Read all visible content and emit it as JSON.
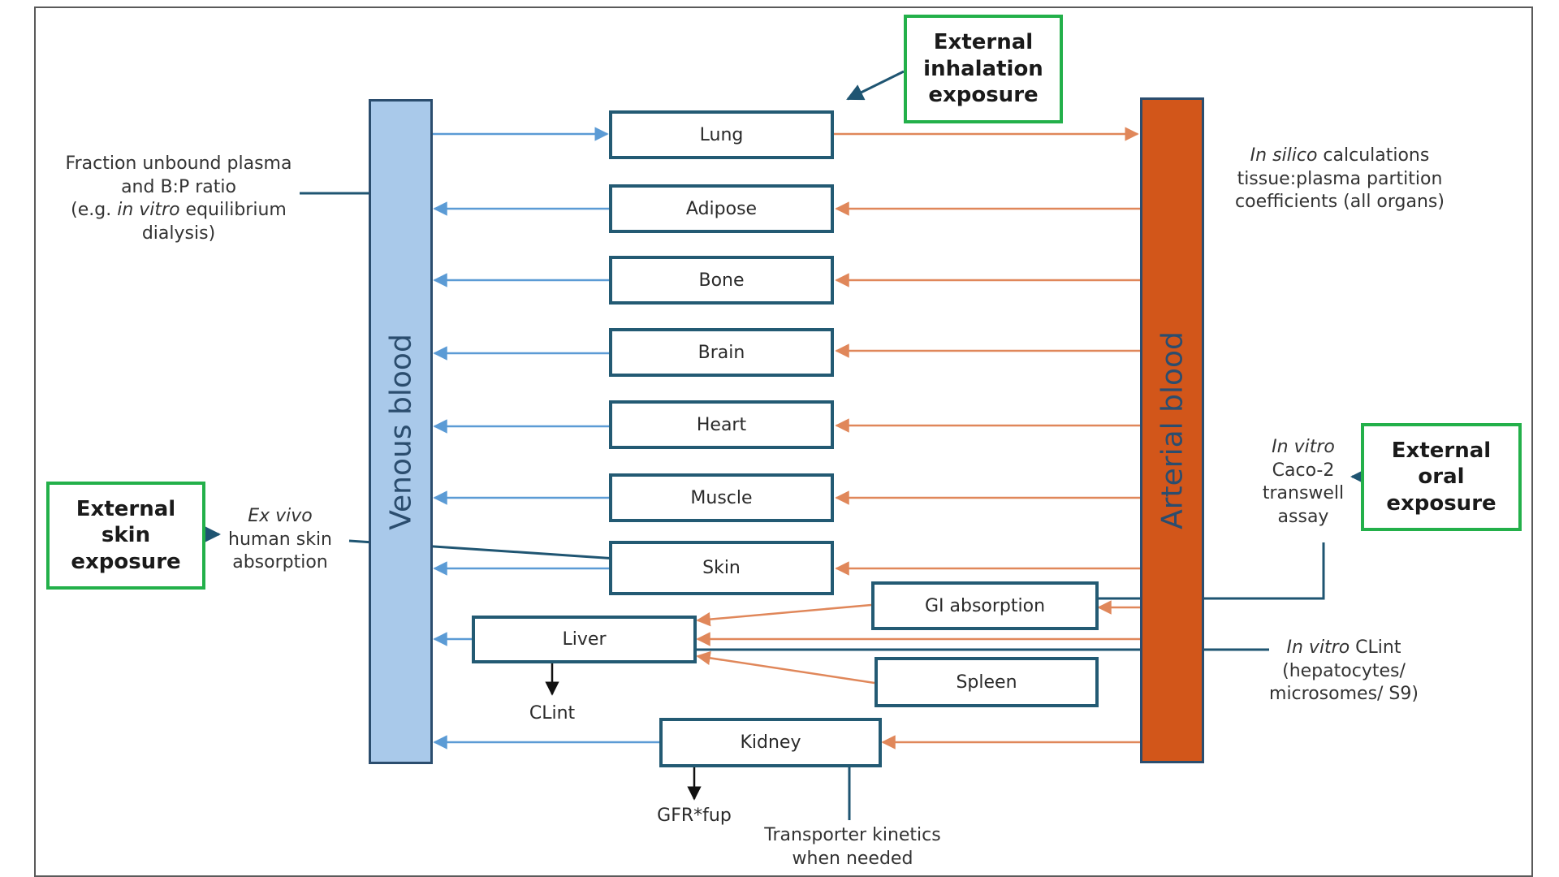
{
  "vessels": {
    "venous": "Venous blood",
    "arterial": "Arterial blood"
  },
  "organs": {
    "lung": "Lung",
    "adipose": "Adipose",
    "bone": "Bone",
    "brain": "Brain",
    "heart": "Heart",
    "muscle": "Muscle",
    "skin": "Skin",
    "gi": "GI absorption",
    "liver": "Liver",
    "spleen": "Spleen",
    "kidney": "Kidney"
  },
  "exposures": {
    "inhalation": "External inhalation exposure",
    "skin": "External skin exposure",
    "oral": "External oral exposure"
  },
  "notes": {
    "fraction_unbound": {
      "line1": "Fraction unbound plasma",
      "line2": "and B:P ratio",
      "line3_pre": "(e.g. ",
      "line3_italic": "in vitro",
      "line3_post": " equilibrium",
      "line4": "dialysis)"
    },
    "in_silico": {
      "italic": "In silico",
      "line1_post": " calculations",
      "line2": "tissue:plasma partition",
      "line3": "coefficients (all organs)"
    },
    "caco2": {
      "italic": "In vitro",
      "line2": "Caco-2",
      "line3": "transwell",
      "line4": "assay"
    },
    "ex_vivo": {
      "italic": "Ex vivo",
      "line2": "human skin",
      "line3": "absorption"
    },
    "clint_in_vitro": {
      "italic": "In vitro",
      "line1_post": " CLint",
      "line2": "(hepatocytes/",
      "line3": "microsomes/ S9)"
    },
    "transporter": {
      "line1": "Transporter kinetics",
      "line2": "when needed"
    }
  },
  "labels": {
    "clint": "CLint",
    "gfr": "GFR*fup"
  },
  "colors": {
    "venous_fill": "#a9c9ea",
    "arterial_fill": "#d2561a",
    "venous_arrow": "#5b9bd5",
    "arterial_arrow": "#e0875a",
    "box_border": "#235a73",
    "exposure_border": "#23b04a",
    "connector": "#1f5572"
  }
}
